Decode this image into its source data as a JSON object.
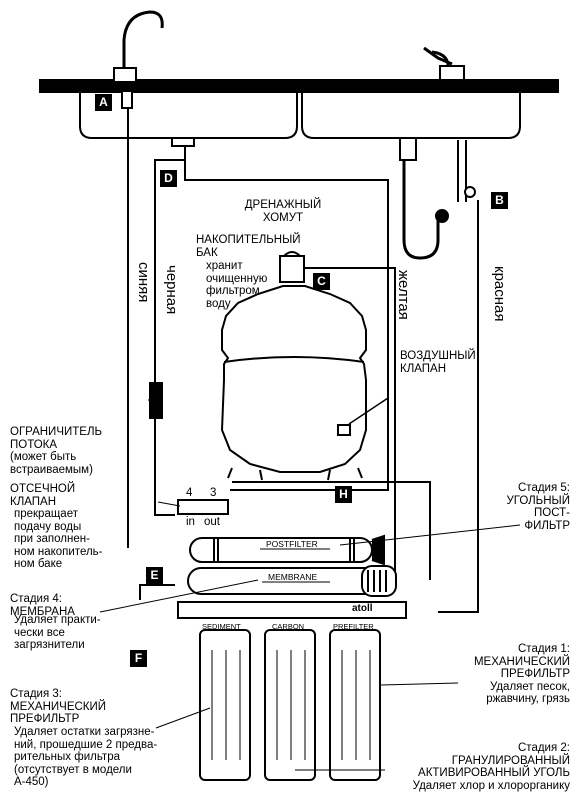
{
  "markers": {
    "a": "A",
    "b": "B",
    "c": "C",
    "d": "D",
    "e": "E",
    "f": "F",
    "h": "H"
  },
  "tubes": {
    "blue": "синяя",
    "black": "черная",
    "yellow": "желтая",
    "red": "красная"
  },
  "drain_clamp": [
    "ДРЕНАЖНЫЙ",
    "ХОМУТ"
  ],
  "tank": [
    "НАКОПИТЕЛЬНЫЙ",
    "БАК",
    "хранит",
    "очищенную",
    "фильтром",
    "воду"
  ],
  "air_valve": [
    "ВОЗДУШНЫЙ",
    "КЛАПАН"
  ],
  "flow_restrictor": [
    "ОГРАНИЧИТЕЛЬ",
    "ПОТОКА",
    "(может быть",
    "встраиваемым)"
  ],
  "shutoff_valve": [
    "ОТСЕЧНОЙ",
    "КЛАПАН",
    "прекращает",
    "подачу воды",
    "при заполнен-",
    "ном накопитель-",
    "ном баке"
  ],
  "valve_ports": {
    "p4": "4",
    "p3": "3",
    "in": "in",
    "out": "out"
  },
  "stage5": [
    "Стадия 5:",
    "УГОЛЬНЫЙ",
    "ПОСТ-",
    "ФИЛЬТР"
  ],
  "stage4": [
    "Стадия 4:",
    "МЕМБРАНА",
    "Удаляет практи-",
    "чески все",
    "загрязнители"
  ],
  "stage1": [
    "Стадия 1:",
    "МЕХАНИЧЕСКИЙ",
    "ПРЕФИЛЬТР",
    "Удаляет песок,",
    "ржавчину, грязь"
  ],
  "stage3": [
    "Стадия 3:",
    "МЕХАНИЧЕСКИЙ",
    "ПРЕФИЛЬТР",
    "Удаляет остатки загрязне-",
    "ний, прошедшие 2 предва-",
    "рительных фильтра",
    "(отсутствует в модели",
    "А-450)"
  ],
  "stage2": [
    "Стадия 2:",
    "ГРАНУЛИРОВАННЫЙ",
    "АКТИВИРОВАННЫЙ УГОЛЬ",
    "Удаляет хлор и хлорорганику"
  ],
  "housing_labels": {
    "postfilter": "POSTFILTER",
    "membrane": "MEMBRANE",
    "brand": "atoll",
    "sediment": "SEDIMENT",
    "carbon": "CARBON",
    "prefilter": "PREFILTER"
  }
}
